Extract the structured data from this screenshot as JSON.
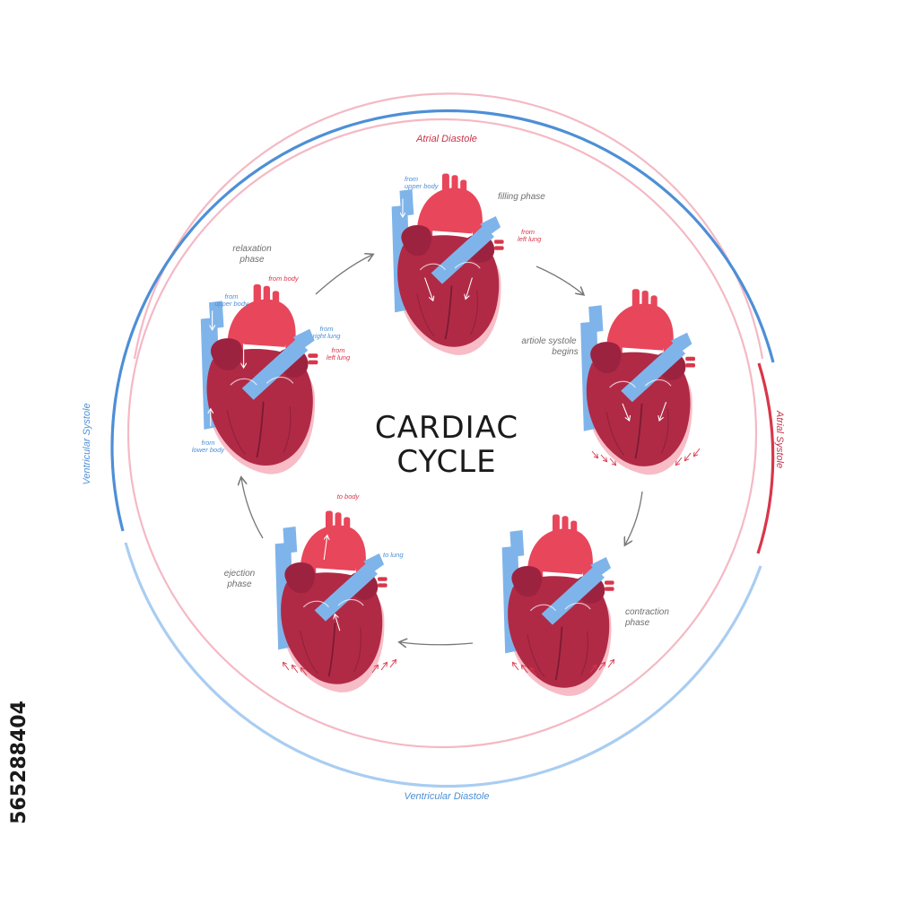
{
  "title": {
    "line1": "CARDIAC",
    "line2": "CYCLE"
  },
  "arcs": {
    "atrial_diastole": "Atrial Diastole",
    "atrial_systole": "Atrial Systole",
    "ventricular_diastole": "Ventricular Diastole",
    "ventricular_systole": "Ventricular Systole"
  },
  "phases": {
    "filling": "filling phase",
    "atriole_systole": [
      "artiole systole",
      "begins"
    ],
    "contraction": [
      "contraction",
      "phase"
    ],
    "ejection": [
      "ejection",
      "phase"
    ],
    "relaxation": [
      "relaxation",
      "phase"
    ]
  },
  "flow_labels": {
    "top_from_upper_body": [
      "from",
      "upper body"
    ],
    "top_from_left_lung": [
      "from",
      "left lung"
    ],
    "left_from_body": "from body",
    "left_from_upper_body": [
      "from",
      "upper body"
    ],
    "left_from_right_lung": [
      "from",
      "right lung"
    ],
    "left_from_left_lung": [
      "from",
      "left lung"
    ],
    "left_from_lower_body": [
      "from",
      "lower body"
    ],
    "bottom_to_body": "to body",
    "bottom_to_lung": "to lung"
  },
  "stock_id": "565288404",
  "colors": {
    "blue_vessel": "#7fb4ea",
    "heart_dark": "#b02a46",
    "heart_light": "#e8465a",
    "pink_base": "#f7bcc6",
    "arc_blue": "#4d8fd6",
    "arc_pink": "#f4b9c4",
    "arc_red": "#d9364a",
    "arc_light_blue": "#a9cdf2",
    "cycle_arrow": "#777777"
  }
}
